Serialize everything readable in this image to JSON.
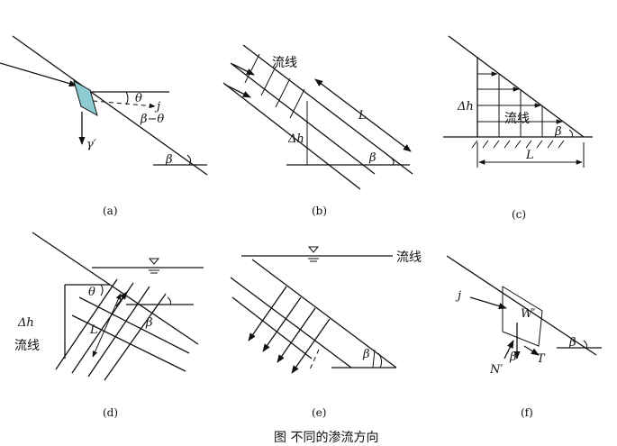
{
  "labels": {
    "streamline": "流线",
    "theta": "θ",
    "j": "j",
    "beta_minus_theta": "β−θ",
    "beta": "β",
    "gamma_prime": "γ′",
    "L": "L",
    "delta_h": "Δh",
    "W_prime": "W′",
    "N_prime": "N′",
    "T": "T"
  },
  "captions": [
    "(a)",
    "(b)",
    "(c)",
    "(d)",
    "(e)",
    "(f)"
  ],
  "figure_caption": "图   不同的渗流方向",
  "colors": {
    "element_fill": "#8ecbd3",
    "ink": "#111111"
  }
}
